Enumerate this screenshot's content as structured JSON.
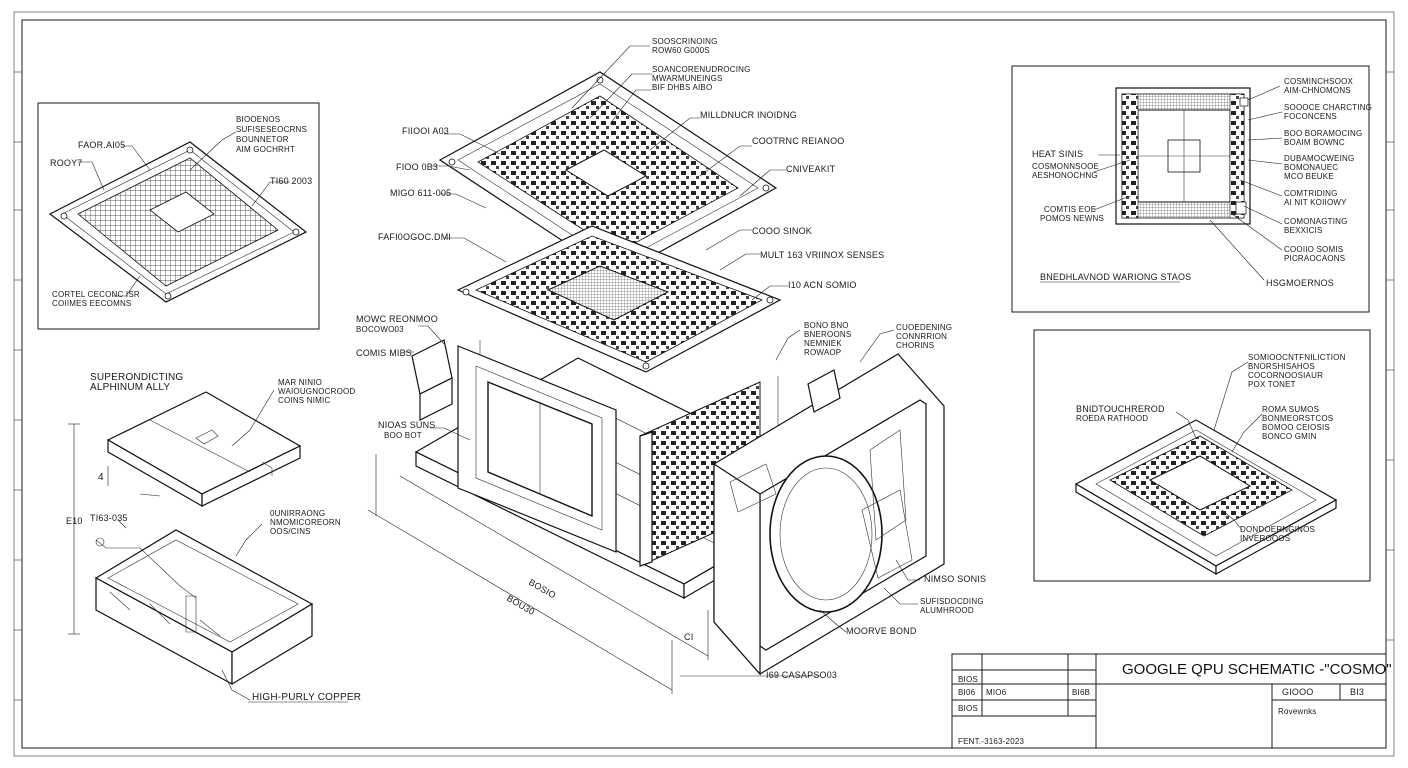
{
  "title_block": {
    "title": "GOOGLE QPU SCHEMATIC -\"COSMO\"",
    "rows": [
      {
        "c1": "BIOS",
        "c2": "",
        "c3": ""
      },
      {
        "c1": "BI06",
        "c2": "MIO6",
        "c3": "BI6B"
      },
      {
        "c1": "BIOS",
        "c2": "",
        "c3": ""
      },
      {
        "c1": "FENT.-3163-2023",
        "c2": "",
        "c3": ""
      }
    ],
    "code_a": "GIOOO",
    "code_b": "BI3",
    "revision": "Rovewnks"
  },
  "panel_top_left": {
    "labels": [
      "FAOR.AI05",
      "ROOY7",
      "BIOOENOS",
      "SUFISESEOCRNS",
      "BOUNNETOR",
      "AIM GOCHRHT",
      "TI60 2003",
      "CORTEL CECONC ISR",
      "COIIMES EECOMNS"
    ]
  },
  "panel_top_right": {
    "labels": [
      "HEAT SINIS",
      "COSMONNSOOE",
      "AESHONOCHNG",
      "COMTIS EOE",
      "POMOS NEWNS",
      "COSMINCHSOOX",
      "AIM-CHNOMONS",
      "SOOOCE CHARCTING",
      "FOCONCENS",
      "BOO BORAMOCING",
      "BOAIM BOWNC",
      "DUBAMOCWEING",
      "BOMONAUEC",
      "MCO BEUKE",
      "COMTRIDING",
      "AI NIT KOIIOWY",
      "COMONAGTING",
      "BEXXICIS",
      "COOIIO SOMIS",
      "PICRAOCAONS",
      "BNEDHLAVNOD WARIONG STAOS",
      "HSGMOERNOS"
    ]
  },
  "panel_mid_left": {
    "labels": [
      "SUPERONDICTING",
      "ALPHINUM ALLY",
      "MAR NINIO",
      "WAIOUGNOCROOD",
      "COINS NIMIC",
      "4",
      "TI63-035",
      "0UNIRRAONG",
      "NMOMICOREORN",
      "OOS/CINS",
      "HIGH-PURLY COPPER",
      "E10"
    ]
  },
  "panel_center": {
    "labels": [
      "SOOSCRINOING",
      "ROW60 G000S",
      "SOANCORENUDROCING",
      "MWARMUNEINGS",
      "BIF DHBS AIBO",
      "MILLDNUCR INOIDNG",
      "COOTRNC REIANOO",
      "CNIVEAKIT",
      "COOO SINOK",
      "MULT 163 VRIINOX SENSES",
      "I10 ACN SOMIO",
      "FIIOOI A03",
      "FIOO 0B3",
      "MIGO 611-005",
      "FAFI0OGOC.DMI",
      "MOWC REONMOO",
      "BOCOWO03",
      "COMIS MIBS",
      "NIOAS SUNS",
      "BOO BOT",
      "BONO BNO",
      "BNEROONS",
      "NEMNIEK",
      "ROWAOP",
      "CUOEDENING",
      "CONNRRION",
      "CHORINS",
      "BOSIO",
      "BOU30",
      "NIMSO SONIS",
      "SUFISDOCDING",
      "ALUMHROOD",
      "MOORVE BOND",
      "I69 CASAPSO03",
      "CI"
    ]
  },
  "panel_bottom_right": {
    "labels": [
      "SOMIOOCNTFNILICTION",
      "BNORSHISAHOS",
      "COCORNOOSIAUR",
      "POX TONET",
      "BNIDTOUCHREROD",
      "ROEDA RATHOOD",
      "ROMA SUMOS",
      "BONMEORSTCOS",
      "BOMOO CEIOSIS",
      "BONCO GMIN",
      "DONDOERNGINOS",
      "INVEROOOS"
    ]
  }
}
